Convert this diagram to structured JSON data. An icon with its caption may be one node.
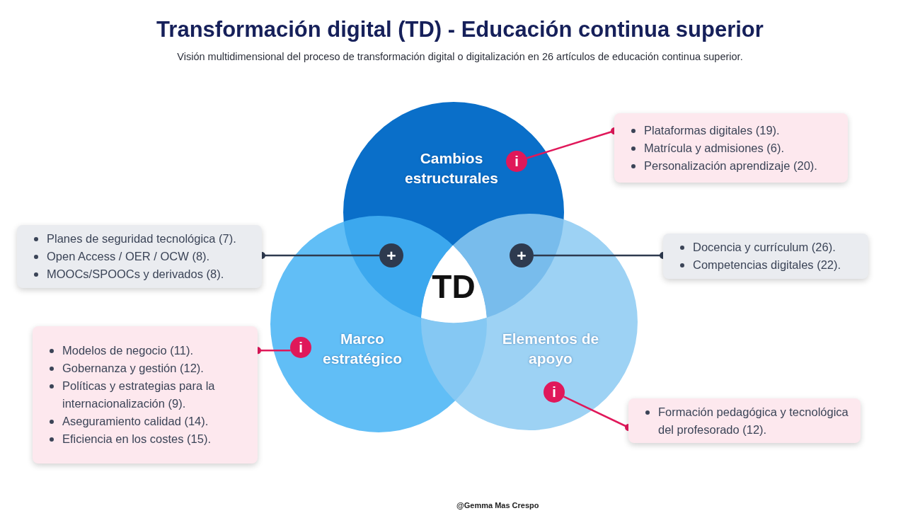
{
  "diagram": {
    "title": "Transformación digital (TD) - Educación continua superior",
    "caption": "Visión multidimensional del proceso de transformación digital o digitalización en 26 artículos de educación continua superior.",
    "nodes": [
      {
        "text": [
          "Cambios estructurales"
        ]
      },
      {
        "text": [
          "Marco estratégico"
        ]
      },
      {
        "text": [
          "Elementos de apoyo"
        ]
      },
      {
        "text": [
          "TD"
        ]
      },
      {
        "text": [
          "i"
        ],
        "in": 0
      },
      {
        "text": [
          "Plataformas digitales (19).",
          "Matrícula y admisiones (6).",
          "Personalización aprendizaje (20)."
        ]
      },
      {
        "text": [
          "+"
        ]
      },
      {
        "text": [
          "Planes de seguridad tecnológica (7).",
          "Open Access / OER / OCW (8).",
          "MOOCs/SPOOCs y derivados (8)."
        ]
      },
      {
        "text": [
          "+"
        ]
      },
      {
        "text": [
          "Docencia y currículum (26).",
          "Competencias digitales (22)."
        ]
      },
      {
        "text": [
          "i"
        ],
        "in": 1
      },
      {
        "text": [
          "Modelos de negocio (11).",
          "Gobernanza y gestión (12).",
          "Políticas y estrategias para la internacionalización (9).",
          "Aseguramiento calidad (14).",
          "Eficiencia en los costes (15)."
        ]
      },
      {
        "text": [
          "i"
        ],
        "in": 2
      },
      {
        "text": [
          "Formación pedagógica y tecnológica del profesorado (12)."
        ]
      }
    ],
    "edges": [
      {
        "from": 4,
        "to": 5,
        "arrow": "other"
      },
      {
        "from": 6,
        "to": 7,
        "arrow": "other",
        "color": "#2e3a4f"
      },
      {
        "from": 8,
        "to": 9,
        "arrow": "other",
        "color": "#2e3a4f"
      },
      {
        "from": 10,
        "to": 11,
        "arrow": "other"
      },
      {
        "from": 12,
        "to": 13,
        "arrow": "other"
      }
    ],
    "labels": [
      "@Gemma Mas Crespo"
    ]
  }
}
